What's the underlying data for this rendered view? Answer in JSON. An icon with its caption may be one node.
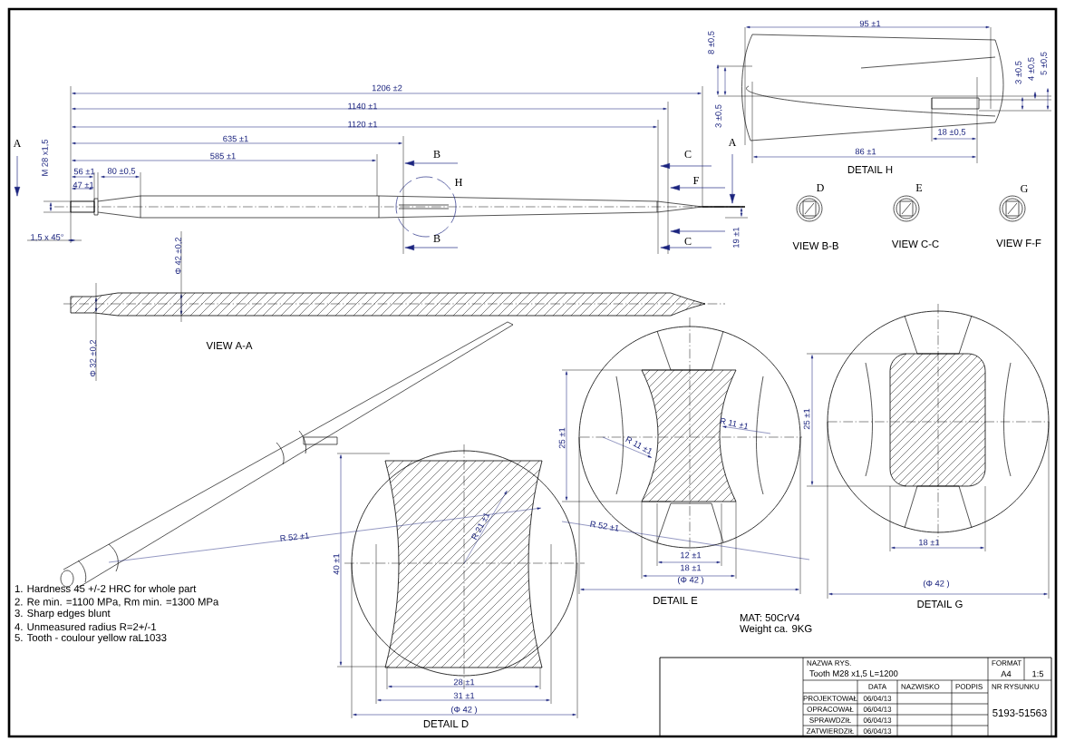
{
  "diagram": {
    "labels": [
      "95 ±1",
      "8 ±0,5",
      "3 ±0,5",
      "4 ±0,5",
      "5 ±0,5",
      "1206 ±2",
      "1140 ±1",
      "3 ±0,5",
      "1120 ±1",
      "18 ±0,5",
      "A",
      "635 ±1",
      "A",
      "M 28 x1,5",
      "585 ±1",
      "B",
      "C",
      "86 ±1",
      "56 ±1",
      "80 ±0,5",
      "DETAIL H",
      "47 ±1",
      "H",
      "F",
      "D",
      "E",
      "G",
      "1,5 x 45°",
      "B",
      "C",
      "19 ±1",
      "VIEW B-B",
      "VIEW C-C",
      "VIEW F-F",
      "Φ 42 ±0,2",
      "VIEW A-A",
      "Φ 32 ±0,2",
      "R 11 ±1",
      "25 ±1",
      "25 ±1",
      "R 11 ±1",
      "R 21 ±1",
      "R 52 ±1",
      "R 52 ±1",
      "18 ±1",
      "40 ±1",
      "12 ±1",
      "18 ±1",
      "(Φ 42 )",
      "(Φ 42 )",
      "1. Hardness 45 +/-2 HRC for whole part",
      "2. Re min. =1100 MPa, Rm min. =1300 MPa",
      "DETAIL E",
      "DETAIL G",
      "3. Sharp edges blunt",
      "MAT: 50CrV4",
      "4. Unmeasured radius R=2+/-1",
      "Weight ca. 9KG",
      "5. Tooth - coulour yellow raL1033",
      "NAZWA RYS.",
      "FORMAT",
      "Tooth M28 x1,5  L=1200",
      "A4",
      "1:5",
      "28 ±1",
      "DATA",
      "NAZWISKO",
      "PODPIS",
      "NR RYSUNKU",
      "31 ±1",
      "PROJEKTOWAŁ",
      "06/04/13",
      "(Φ 42 )",
      "OPRACOWAŁ",
      "06/04/13",
      "5193-51563",
      "DETAIL D",
      "SPRAWDZIŁ",
      "06/04/13",
      "ZATWIERDZIŁ",
      "06/04/13"
    ]
  }
}
